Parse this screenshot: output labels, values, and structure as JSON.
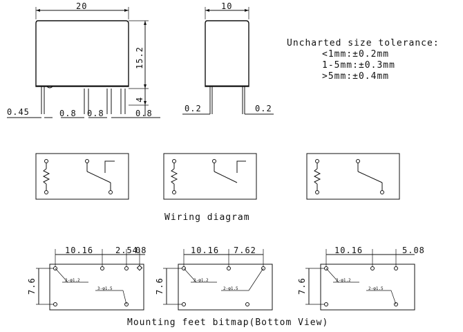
{
  "front_view": {
    "width": "20",
    "height": "15.2",
    "pin_length": "4",
    "pin_dims": [
      "0.45",
      "0.8",
      "0.8",
      "0.8"
    ]
  },
  "side_view": {
    "width": "10",
    "pin_dims": [
      "0.2",
      "0.2"
    ]
  },
  "tolerance": {
    "title": "Uncharted size tolerance:",
    "lines": [
      "<1mm:±0.2mm",
      "1-5mm:±0.3mm",
      ">5mm:±0.4mm"
    ]
  },
  "wiring": {
    "caption": "Wiring diagram"
  },
  "mounting": {
    "caption": "Mounting feet bitmap(Bottom View)",
    "views": [
      {
        "dims": [
          "10.16",
          "2.54",
          "08"
        ],
        "height": "7.6",
        "notes": [
          "2-φ1.2",
          "3-φ1.5"
        ]
      },
      {
        "dims": [
          "10.16",
          "7.62"
        ],
        "height": "7.6",
        "notes": [
          "2-φ1.2",
          "2-φ1.5"
        ]
      },
      {
        "dims": [
          "10.16",
          "5.08"
        ],
        "height": "7.6",
        "notes": [
          "2-φ1.2",
          "2-φ1.5"
        ]
      }
    ]
  }
}
